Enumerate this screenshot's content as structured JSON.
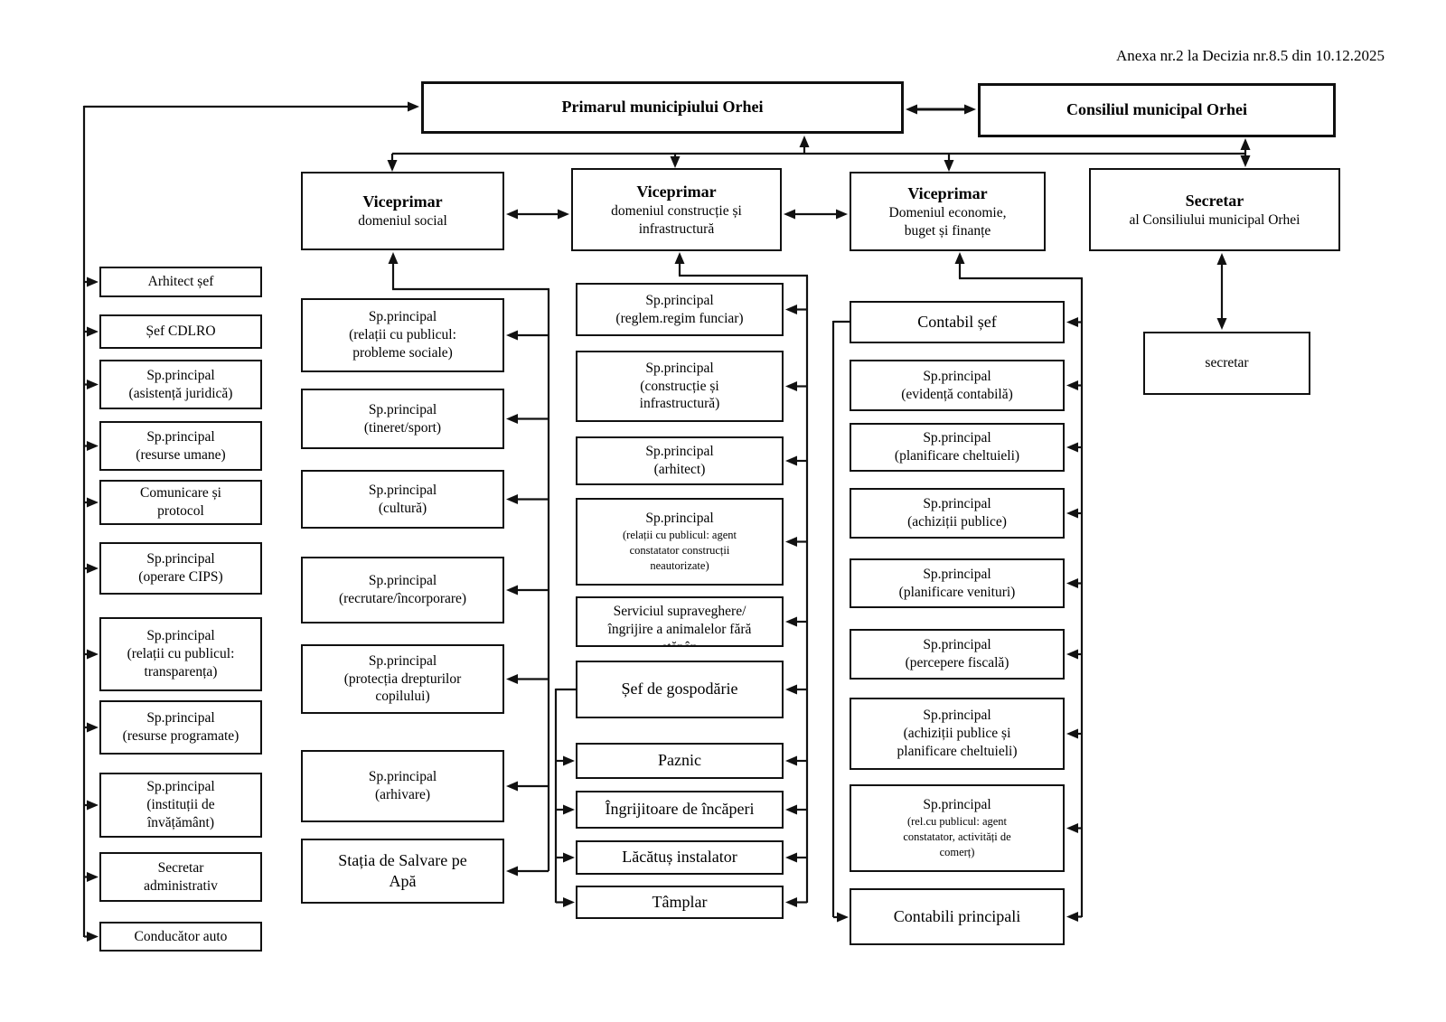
{
  "annotation": "Anexa nr.2 la Decizia nr.8.5 din 10.12.2025",
  "colors": {
    "line": "#111111",
    "background": "#ffffff",
    "text": "#000000"
  },
  "top_row": {
    "primar": {
      "label": "Primarul municipiului Orhei"
    },
    "consiliu": {
      "label": "Consiliul municipal Orhei"
    }
  },
  "executives": {
    "social": {
      "title": "Viceprimar",
      "subtitle": "domeniul social"
    },
    "constructie": {
      "title": "Viceprimar",
      "subtitle": "domeniul construcție și\ninfrastructură"
    },
    "economie": {
      "title": "Viceprimar",
      "subtitle": "Domeniul economie,\nbuget și finanțe"
    },
    "secretar": {
      "title": "Secretar",
      "subtitle": "al Consiliului municipal Orhei"
    }
  },
  "secretar_box": {
    "label": "secretar"
  },
  "columns": {
    "left": {
      "items": [
        {
          "id": "arhitect-sef",
          "label": "Arhitect șef"
        },
        {
          "id": "sef-cdlro",
          "label": "Șef CDLRO"
        },
        {
          "id": "asistenta-juridica",
          "label": "Sp.principal\n(asistență juridică)"
        },
        {
          "id": "resurse-umane",
          "label": "Sp.principal\n(resurse umane)"
        },
        {
          "id": "comunicare-protocol",
          "label": "Comunicare și\nprotocol"
        },
        {
          "id": "operare-cips",
          "label": "Sp.principal\n(operare CIPS)"
        },
        {
          "id": "transparenta",
          "label": "Sp.principal\n(relații cu publicul:\ntransparența)"
        },
        {
          "id": "resurse-programate",
          "label": "Sp.principal\n(resurse programate)"
        },
        {
          "id": "institutii-invatamant",
          "label": "Sp.principal\n(instituții de\nînvățământ)"
        },
        {
          "id": "secretar-administrativ",
          "label": "Secretar\nadministrativ"
        },
        {
          "id": "conducator-auto",
          "label": "Conducător auto"
        }
      ]
    },
    "social": {
      "items": [
        {
          "id": "probleme-sociale",
          "label": "Sp.principal\n(relații cu publicul:\nprobleme sociale)"
        },
        {
          "id": "tineret-sport",
          "label": "Sp.principal\n(tineret/sport)"
        },
        {
          "id": "cultura",
          "label": "Sp.principal\n(cultură)"
        },
        {
          "id": "recrutare",
          "label": "Sp.principal\n(recrutare/încorporare)"
        },
        {
          "id": "protectia-copilului",
          "label": "Sp.principal\n(protecția drepturilor\ncopilului)"
        },
        {
          "id": "arhivare",
          "label": "Sp.principal\n(arhivare)"
        },
        {
          "id": "statia-salvare",
          "label": "Stația de Salvare pe\nApă"
        }
      ]
    },
    "constructie": {
      "items": [
        {
          "id": "regim-funciar",
          "label": "Sp.principal\n(reglem.regim funciar)"
        },
        {
          "id": "constructie-infra",
          "label": "Sp.principal\n(construcție și\ninfrastructură)"
        },
        {
          "id": "arhitect",
          "label": "Sp.principal\n(arhitect)"
        },
        {
          "id": "agent-constructii",
          "label": "Sp.principal",
          "sub": "(relații cu publicul: agent\nconstatator construcții\nneautorizate)"
        },
        {
          "id": "serviciul-animale",
          "label": "Serviciul supraveghere/\nîngrijire a animalelor fără\nstăpân"
        },
        {
          "id": "sef-gospodarie",
          "label": "Șef de gospodărie"
        },
        {
          "id": "paznic",
          "label": "Paznic"
        },
        {
          "id": "ingrijitoare",
          "label": "Îngrijitoare de încăperi"
        },
        {
          "id": "lacatus",
          "label": "Lăcătuș instalator"
        },
        {
          "id": "tamplar",
          "label": "Tâmplar"
        }
      ]
    },
    "economie": {
      "items": [
        {
          "id": "contabil-sef",
          "label": "Contabil șef"
        },
        {
          "id": "evidenta-contabila",
          "label": "Sp.principal\n(evidență contabilă)"
        },
        {
          "id": "planificare-cheltuieli",
          "label": "Sp.principal\n(planificare cheltuieli)"
        },
        {
          "id": "achizitii-publice",
          "label": "Sp.principal\n(achiziții publice)"
        },
        {
          "id": "planificare-venituri",
          "label": "Sp.principal\n(planificare venituri)"
        },
        {
          "id": "percepere-fiscala",
          "label": "Sp.principal\n(percepere fiscală)"
        },
        {
          "id": "achizitii-planificare",
          "label": "Sp.principal\n(achiziții publice și\nplanificare cheltuieli)"
        },
        {
          "id": "agent-comert",
          "label": "Sp.principal",
          "sub": "(rel.cu publicul: agent\nconstatator, activități de\ncomerț)"
        },
        {
          "id": "contabili-principali",
          "label": "Contabili principali"
        }
      ]
    }
  }
}
